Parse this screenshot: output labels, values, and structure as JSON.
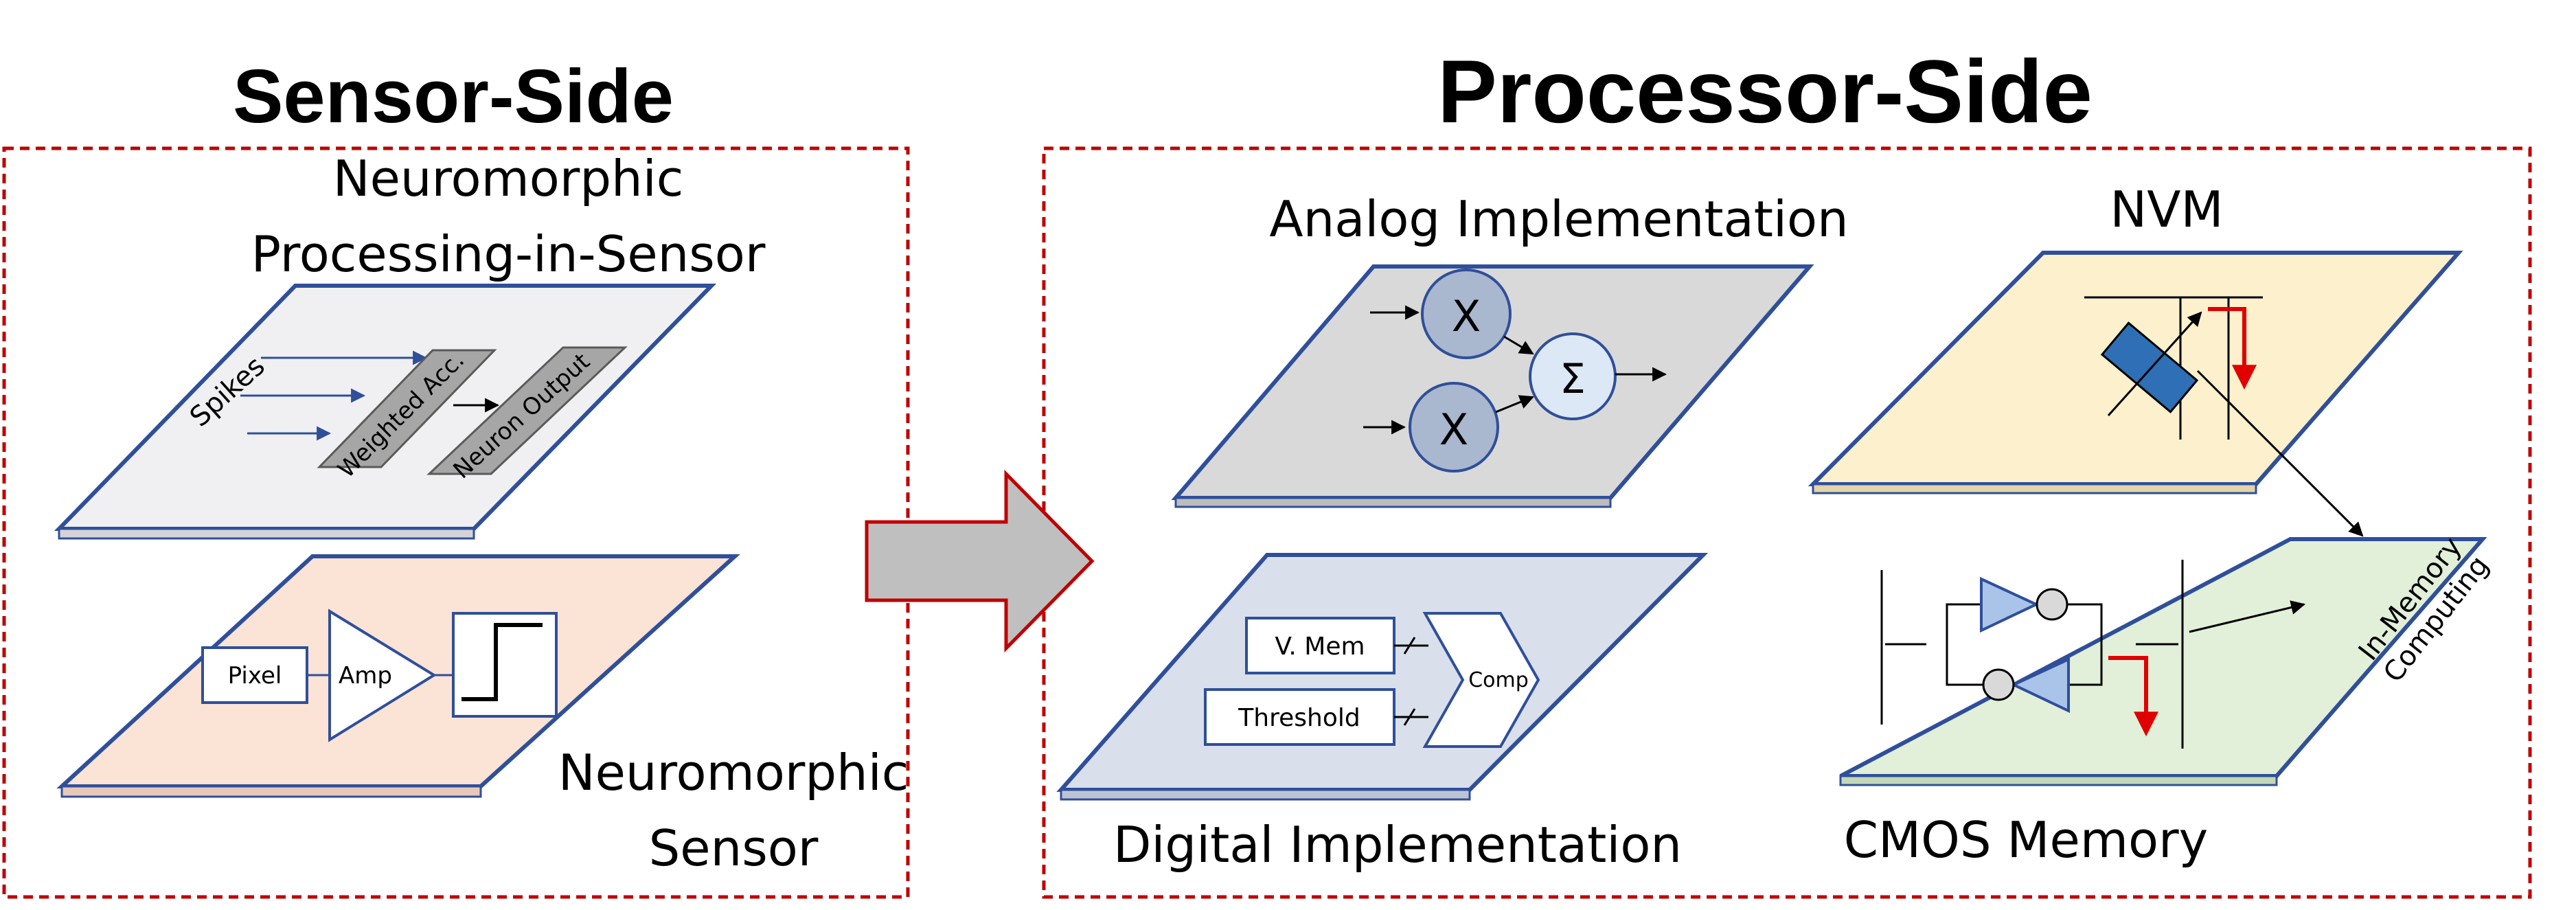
{
  "titles": {
    "sensor_side": "Sensor-Side",
    "processor_side": "Processor-Side"
  },
  "sensor": {
    "pis_title_line1": "Neuromorphic",
    "pis_title_line2": "Processing-in-Sensor",
    "spikes": "Spikes",
    "weighted_acc": "Weighted Acc.",
    "neuron_output": "Neuron Output",
    "pixel": "Pixel",
    "amp": "Amp",
    "sensor_title_line1": "Neuromorphic",
    "sensor_title_line2": "Sensor"
  },
  "processor": {
    "analog_title": "Analog Implementation",
    "multiply_symbol": "X",
    "sum_symbol": "Σ",
    "digital_title": "Digital Implementation",
    "v_mem": "V. Mem",
    "threshold": "Threshold",
    "comp": "Comp",
    "nvm_title": "NVM",
    "cmos_title": "CMOS Memory",
    "imc_line1": "In-Memory",
    "imc_line2": "Computing"
  },
  "colors": {
    "frame_border": "#c00000",
    "plane_border": "#2f4f9a",
    "pis_plane": "#f0f0f2",
    "sensor_plane": "#fbe3d6",
    "analog_plane": "#d9d9d9",
    "digital_plane": "#d9dfeb",
    "nvm_plane": "#fdf0cc",
    "cmos_plane": "#e2efd9",
    "node_fill": "#a9b7cf",
    "sum_fill": "#dde8f6",
    "gray_block": "#a6a6a6",
    "arrow_fill": "#bfbfbf",
    "arrow_border": "#c00000",
    "memristor": "#2e6fb6",
    "red_path": "#e00000"
  }
}
